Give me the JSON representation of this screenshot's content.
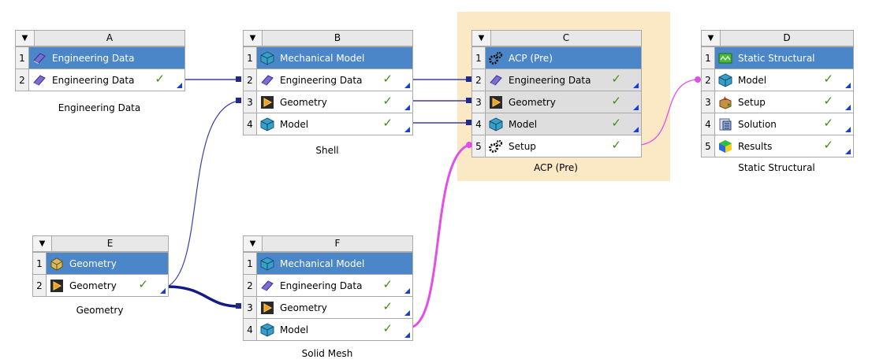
{
  "systems": {
    "A": {
      "letter": "A",
      "caption": "Engineering Data",
      "rows": [
        {
          "num": "1",
          "label": "Engineering Data"
        },
        {
          "num": "2",
          "label": "Engineering Data",
          "check": "✓"
        }
      ]
    },
    "B": {
      "letter": "B",
      "caption": "Shell",
      "rows": [
        {
          "num": "1",
          "label": "Mechanical Model"
        },
        {
          "num": "2",
          "label": "Engineering Data",
          "check": "✓"
        },
        {
          "num": "3",
          "label": "Geometry",
          "check": "✓"
        },
        {
          "num": "4",
          "label": "Model",
          "check": "✓"
        }
      ]
    },
    "C": {
      "letter": "C",
      "caption": "ACP (Pre)",
      "rows": [
        {
          "num": "1",
          "label": "ACP (Pre)"
        },
        {
          "num": "2",
          "label": "Engineering Data",
          "check": "✓"
        },
        {
          "num": "3",
          "label": "Geometry",
          "check": "✓"
        },
        {
          "num": "4",
          "label": "Model",
          "check": "✓"
        },
        {
          "num": "5",
          "label": "Setup",
          "check": "✓"
        }
      ]
    },
    "D": {
      "letter": "D",
      "caption": "Static Structural",
      "rows": [
        {
          "num": "1",
          "label": "Static Structural"
        },
        {
          "num": "2",
          "label": "Model",
          "check": "✓"
        },
        {
          "num": "3",
          "label": "Setup",
          "check": "✓"
        },
        {
          "num": "4",
          "label": "Solution",
          "check": "✓"
        },
        {
          "num": "5",
          "label": "Results",
          "check": "✓"
        }
      ]
    },
    "E": {
      "letter": "E",
      "caption": "Geometry",
      "rows": [
        {
          "num": "1",
          "label": "Geometry"
        },
        {
          "num": "2",
          "label": "Geometry",
          "check": "✓"
        }
      ]
    },
    "F": {
      "letter": "F",
      "caption": "Solid Mesh",
      "rows": [
        {
          "num": "1",
          "label": "Mechanical Model"
        },
        {
          "num": "2",
          "label": "Engineering Data",
          "check": "✓"
        },
        {
          "num": "3",
          "label": "Geometry",
          "check": "✓"
        },
        {
          "num": "4",
          "label": "Model",
          "check": "✓"
        }
      ]
    }
  },
  "colors": {
    "title_row": "#4a86c8",
    "link_blue": "#1f2a8a",
    "link_pink": "#e14fe6",
    "check": "#3e8e12",
    "highlight": "#fbe8c4"
  },
  "icons": {
    "engineering_data": "book-icon",
    "mechanical_model": "mesh-cube-icon",
    "geometry": "geometry-icon",
    "model": "mesh-cube-icon",
    "acp": "gear-icon",
    "static_structural": "static-structural-icon",
    "setup": "setup-icon",
    "solution": "solution-icon",
    "results": "results-icon",
    "geometry_title": "geometry-block-icon"
  }
}
